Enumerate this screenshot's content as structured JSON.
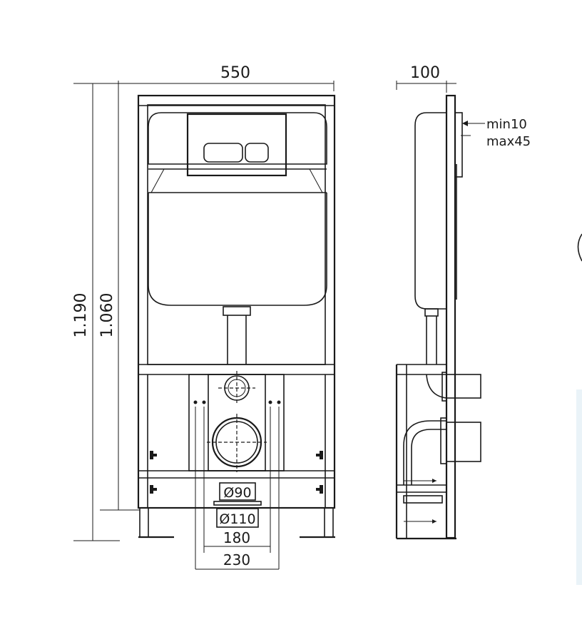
{
  "front_view": {
    "width_label": "550",
    "overall_height_label": "1.190",
    "frame_height_label": "1.060",
    "pipe_small_label": "Ø90",
    "pipe_large_label": "Ø110",
    "inner_spacing_label": "180",
    "outer_spacing_label": "230"
  },
  "side_view": {
    "depth_label": "100",
    "min_label": "min10",
    "max_label": "max45"
  },
  "colors": {
    "line": "#1a1a1a",
    "side_panel": "#eaf3f8"
  }
}
